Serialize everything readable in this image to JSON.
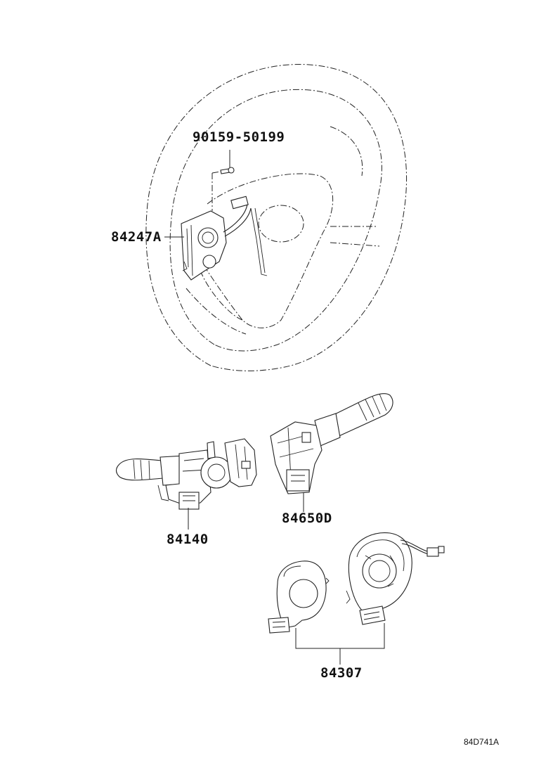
{
  "diagram": {
    "parts": [
      {
        "id": "bolt",
        "number": "90159-50199"
      },
      {
        "id": "switch-assy",
        "number": "84247A"
      },
      {
        "id": "turn-signal-switch",
        "number": "84140"
      },
      {
        "id": "wiper-switch",
        "number": "84650D"
      },
      {
        "id": "spiral-cable",
        "number": "84307"
      }
    ],
    "diagram_id": "84D741A"
  }
}
